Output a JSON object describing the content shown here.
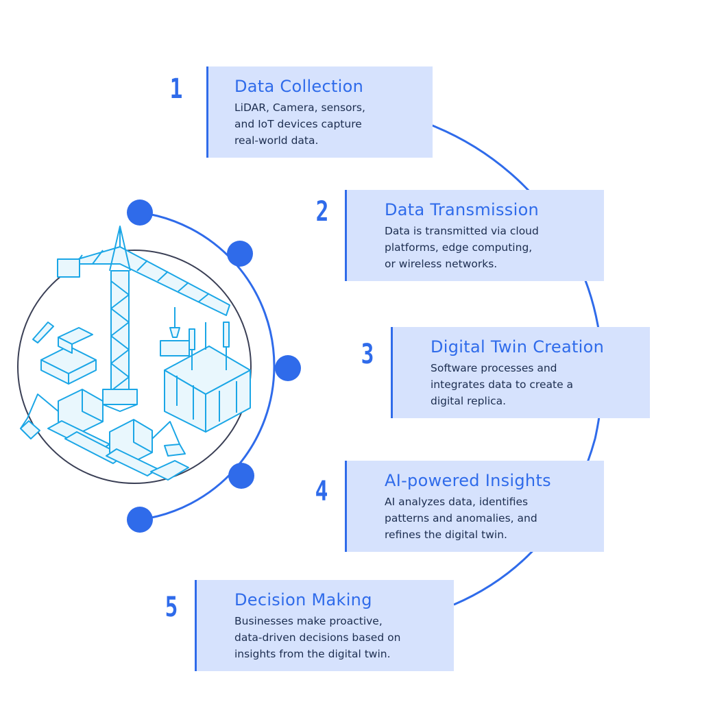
{
  "steps": [
    {
      "number": "1",
      "title": "Data Collection",
      "description": "LiDAR, Camera, sensors,\nand IoT devices capture\nreal-world data."
    },
    {
      "number": "2",
      "title": "Data Transmission",
      "description": "Data is transmitted via cloud\nplatforms, edge computing,\nor wireless networks."
    },
    {
      "number": "3",
      "title": "Digital Twin Creation",
      "description": "Software processes and\nintegrates data to create a\ndigital replica."
    },
    {
      "number": "4",
      "title": "AI-powered Insights",
      "description": "AI analyzes data, identifies\npatterns and anomalies, and\nrefines the digital twin."
    },
    {
      "number": "5",
      "title": "Decision Making",
      "description": "Businesses make proactive,\ndata-driven decisions based on\ninsights from the digital twin."
    }
  ],
  "colors": {
    "accent": "#2f6bea",
    "card_bg": "#d6e2fd",
    "illustration": "#1aa6e6",
    "text": "#1c2d4f",
    "inner_ring": "#3a3f55"
  },
  "icons": [
    "construction-site-illustration",
    "tower-crane-icon",
    "excavator-icon",
    "building-frame-icon",
    "bricks-icon"
  ]
}
